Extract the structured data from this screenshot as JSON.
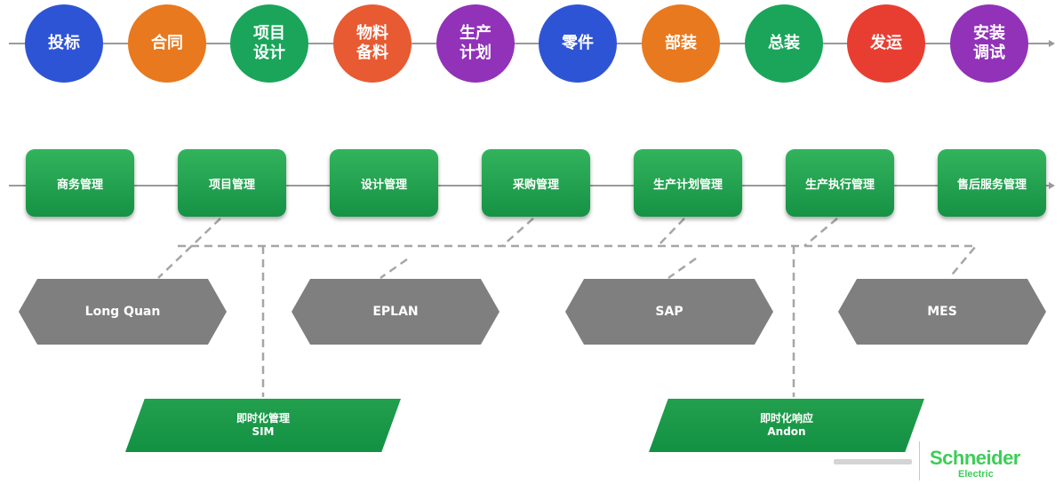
{
  "stages": [
    {
      "label": "投标",
      "color": "#2e54d6"
    },
    {
      "label": "合同",
      "color": "#e8791e"
    },
    {
      "label": "项目\n设计",
      "color": "#1aa55a"
    },
    {
      "label": "物料\n备料",
      "color": "#e85a32"
    },
    {
      "label": "生产\n计划",
      "color": "#9132b8"
    },
    {
      "label": "零件",
      "color": "#2e54d6"
    },
    {
      "label": "部装",
      "color": "#e8791e"
    },
    {
      "label": "总装",
      "color": "#1aa55a"
    },
    {
      "label": "发运",
      "color": "#e83e32"
    },
    {
      "label": "安装\n调试",
      "color": "#9132b8"
    }
  ],
  "management": [
    "商务管理",
    "项目管理",
    "设计管理",
    "采购管理",
    "生产计划管理",
    "生产执行管理",
    "售后服务管理"
  ],
  "systems": [
    "Long Quan",
    "EPLAN",
    "SAP",
    "MES"
  ],
  "realtime": [
    {
      "label": "即时化管理\nSIM"
    },
    {
      "label": "即时化响应\nAndon"
    }
  ],
  "logo": {
    "brand": "Schneider",
    "sub": "Electric",
    "color": "#3dcd58"
  }
}
